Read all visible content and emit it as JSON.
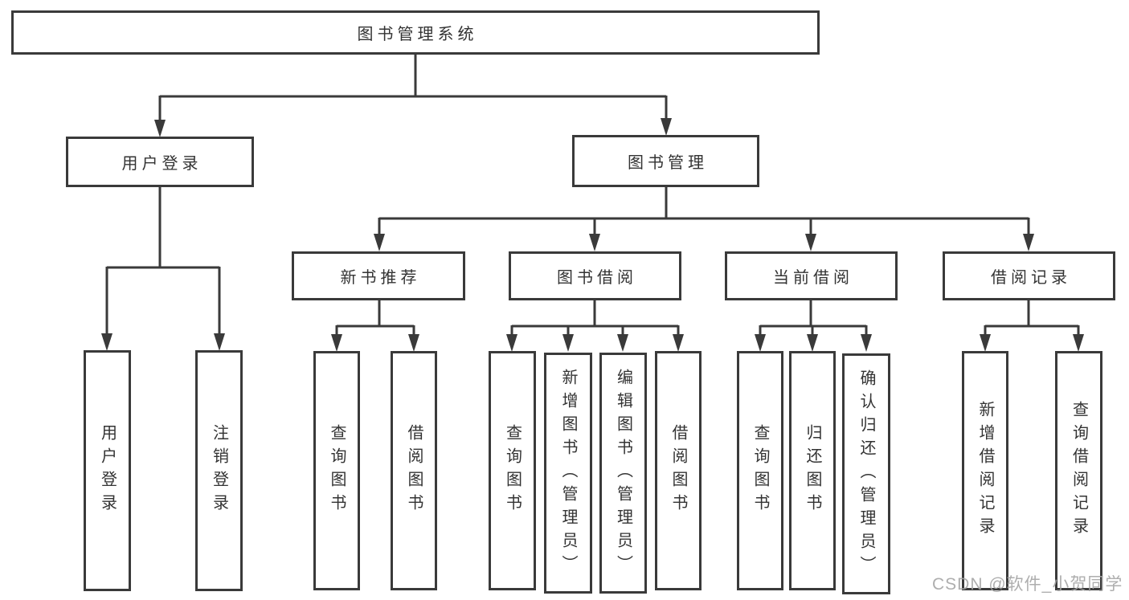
{
  "diagram_title": "图书管理系统",
  "tree": {
    "root": {
      "label": "图书管理系统"
    },
    "user_login": {
      "label": "用户登录",
      "children": {
        "login": "用户登录",
        "logout": "注销登录"
      }
    },
    "book_management": {
      "label": "图书管理"
    },
    "new_book_recommend": {
      "label": "新书推荐",
      "children": {
        "query_books": "查询图书",
        "borrow_books": "借阅图书"
      }
    },
    "book_borrow": {
      "label": "图书借阅",
      "children": {
        "query_books": "查询图书",
        "add_books": "新增图书（管理员）",
        "edit_books": "编辑图书（管理员）",
        "borrow_books": "借阅图书"
      }
    },
    "current_borrow": {
      "label": "当前借阅",
      "children": {
        "query_books": "查询图书",
        "return_books": "归还图书",
        "confirm_return": "确认归还（管理员）"
      }
    },
    "borrow_records": {
      "label": "借阅记录",
      "children": {
        "add_record": "新增借阅记录",
        "query_record": "查询借阅记录"
      }
    }
  },
  "watermark": {
    "text": "CSDN @软件_小贺同学"
  },
  "colors": {
    "line": "#3a3a3a",
    "border": "#3a3a3a",
    "text": "#333333",
    "watermark": "#a5a5a5",
    "background": "#ffffff"
  }
}
